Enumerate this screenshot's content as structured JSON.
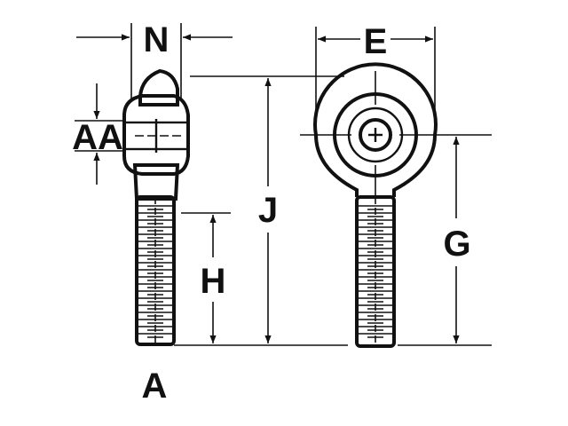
{
  "diagram": {
    "labels": {
      "n": "N",
      "e": "E",
      "aa": "AA",
      "j": "J",
      "g": "G",
      "h": "H",
      "a": "A"
    },
    "colors": {
      "ink": "#111111",
      "paper": "#ffffff"
    }
  }
}
